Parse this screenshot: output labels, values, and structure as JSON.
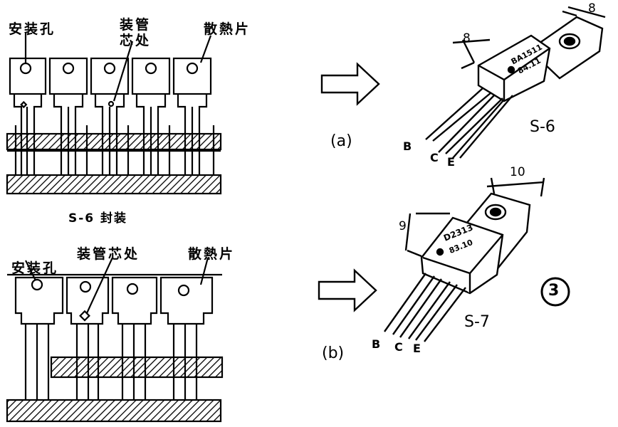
{
  "top_left": {
    "label_mount_hole": "安装孔",
    "label_die_location": "装管芯处",
    "label_heatsink": "散熱片",
    "caption": "S-6 封装"
  },
  "bottom_left": {
    "label_mount_hole": "安装孔",
    "label_die_location": "装管芯处",
    "label_heatsink": "散熱片"
  },
  "part_a": {
    "panel_label": "(a)",
    "package_name": "S-6",
    "marking_line1": "BA1511",
    "marking_line2": "84.11",
    "dimension_tab_width": "8",
    "dimension_body_width": "8",
    "pins": [
      "B",
      "C",
      "E"
    ]
  },
  "part_b": {
    "panel_label": "(b)",
    "package_name": "S-7",
    "marking_line1": "D2313",
    "marking_line2": "83.10",
    "dimension_tab_width": "10",
    "dimension_body_width": "9",
    "pins": [
      "B",
      "C",
      "E"
    ]
  },
  "figure_number": "3"
}
